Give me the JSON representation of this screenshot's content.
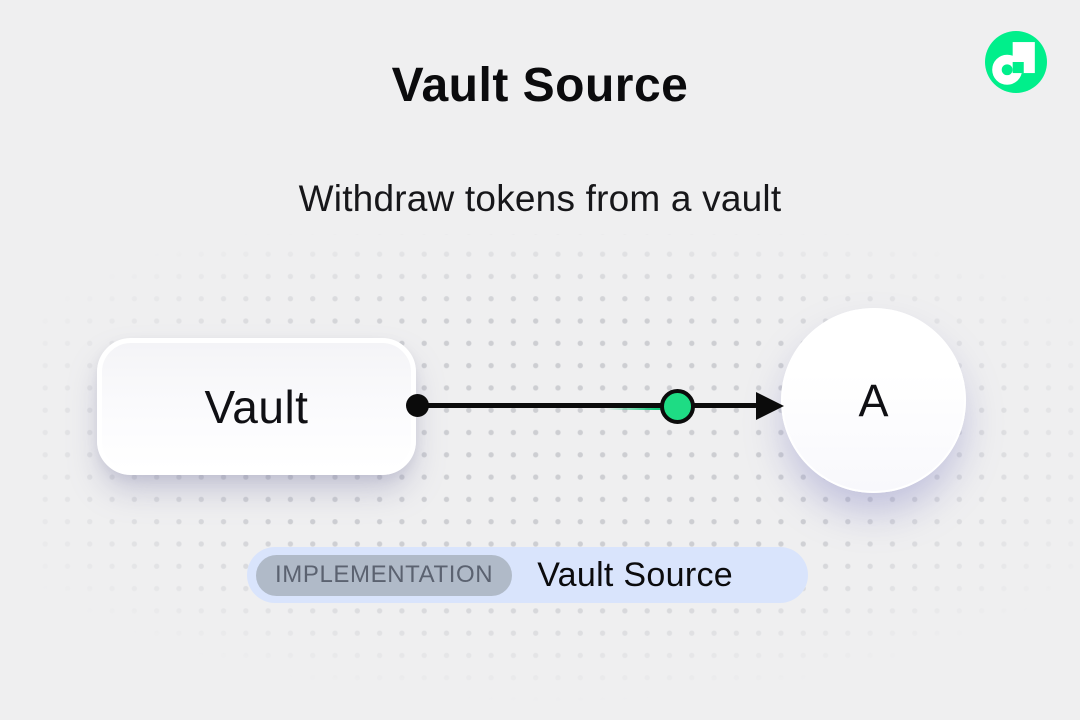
{
  "header": {
    "title": "Vault Source",
    "subtitle": "Withdraw tokens from a vault"
  },
  "logo": {
    "name": "flow-logo",
    "brand_green": "#00EF8B"
  },
  "diagram": {
    "vault_node_label": "Vault",
    "account_node_label": "A",
    "token_node_color": "#1EDC84",
    "edge_color": "#0b0b0b"
  },
  "caption": {
    "badge_label": "IMPLEMENTATION",
    "title": "Vault Source",
    "pill_background": "#D9E4FC",
    "badge_background": "#B0BAC8"
  }
}
